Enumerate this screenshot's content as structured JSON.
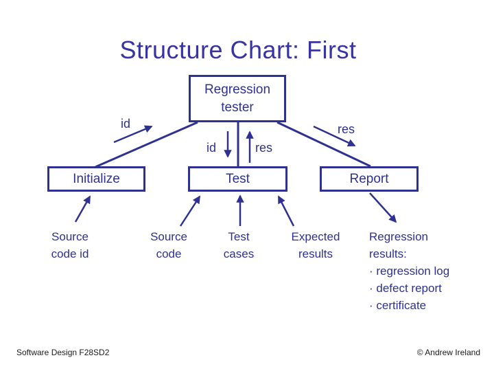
{
  "title": "Structure Chart: First",
  "colors": {
    "diagram_accent": "#2e3192",
    "title_color": "#3733a0",
    "footer_color": "#1a1a1a",
    "background": "#ffffff"
  },
  "diagram": {
    "boxes": {
      "regression_tester": {
        "label": "Regression\ntester"
      },
      "initialize": {
        "label": "Initialize"
      },
      "test": {
        "label": "Test"
      },
      "report": {
        "label": "Report"
      }
    },
    "flow_labels": {
      "id_left": "id",
      "id_center": "id",
      "res_center": "res",
      "res_right": "res"
    },
    "data_labels": {
      "source_code_id": "Source\ncode id",
      "source_code": "Source\ncode",
      "test_cases": "Test\ncases",
      "expected_results": "Expected\nresults",
      "regression_results": "Regression\nresults:\n· regression log\n· defect report\n· certificate"
    }
  },
  "footer": {
    "left": "Software Design F28SD2",
    "right": "© Andrew Ireland"
  }
}
